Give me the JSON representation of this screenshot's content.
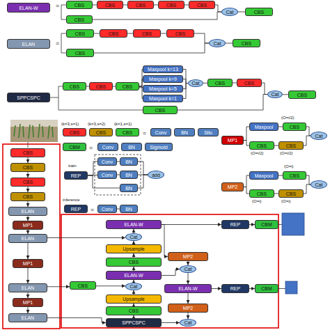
{
  "diagram": {
    "nodes": [
      {
        "text": [
          "ELAN-W"
        ]
      },
      {
        "text": [
          "CBS"
        ]
      },
      {
        "text": [
          "CBS"
        ]
      },
      {
        "text": [
          "CBS"
        ]
      },
      {
        "text": [
          "CBS"
        ]
      },
      {
        "text": [
          "CBS"
        ]
      },
      {
        "text": [
          "Cat"
        ]
      },
      {
        "text": [
          "CBS"
        ]
      },
      {
        "text": [
          "CBS"
        ]
      },
      {
        "text": [
          "ELAN"
        ]
      },
      {
        "text": [
          "CBS"
        ]
      },
      {
        "text": [
          "CBS"
        ]
      },
      {
        "text": [
          "CBS"
        ]
      },
      {
        "text": [
          "CBS"
        ]
      },
      {
        "text": [
          "Cat"
        ]
      },
      {
        "text": [
          "CBS"
        ]
      },
      {
        "text": [
          "CBS"
        ]
      },
      {
        "text": [
          "SPPCSPC"
        ]
      },
      {
        "text": [
          "CBS"
        ]
      },
      {
        "text": [
          "CBS"
        ]
      },
      {
        "text": [
          "CBS"
        ]
      },
      {
        "text": [
          "Maxpool k=13"
        ]
      },
      {
        "text": [
          "Maxpool k=9"
        ]
      },
      {
        "text": [
          "Maxpool k=5"
        ]
      },
      {
        "text": [
          "Maxpool k=1"
        ]
      },
      {
        "text": [
          "Cat"
        ]
      },
      {
        "text": [
          "CBS"
        ]
      },
      {
        "text": [
          "CBS"
        ]
      },
      {
        "text": [
          "Cat"
        ]
      },
      {
        "text": [
          "CBS"
        ]
      },
      {
        "text": [
          "CBS"
        ]
      },
      {
        "text": [
          "CBS"
        ]
      },
      {
        "text": [
          "CBS"
        ]
      },
      {
        "text": [
          "CBS"
        ]
      },
      {
        "text": [
          "Conv"
        ]
      },
      {
        "text": [
          "BN"
        ]
      },
      {
        "text": [
          "Silu"
        ]
      },
      {
        "text": [
          "CBM"
        ]
      },
      {
        "text": [
          "Conv"
        ]
      },
      {
        "text": [
          "BN"
        ]
      },
      {
        "text": [
          "Sigmoid"
        ]
      },
      {
        "text": [
          "REP"
        ]
      },
      {
        "text": [
          "Conv"
        ]
      },
      {
        "text": [
          "BN"
        ]
      },
      {
        "text": [
          "Conv"
        ]
      },
      {
        "text": [
          "BN"
        ]
      },
      {
        "text": [
          "BN"
        ]
      },
      {
        "text": [
          "add"
        ]
      },
      {
        "text": [
          "REP"
        ]
      },
      {
        "text": [
          "Conv"
        ]
      },
      {
        "text": [
          "BN"
        ]
      },
      {
        "text": [
          "MP1"
        ]
      },
      {
        "text": [
          "Maxpool"
        ]
      },
      {
        "text": [
          "CBS"
        ]
      },
      {
        "text": [
          "CBS"
        ]
      },
      {
        "text": [
          "CBS"
        ]
      },
      {
        "text": [
          "Cat"
        ]
      },
      {
        "text": [
          "MP2"
        ]
      },
      {
        "text": [
          "Maxpool"
        ]
      },
      {
        "text": [
          "CBS"
        ]
      },
      {
        "text": [
          "CBS"
        ]
      },
      {
        "text": [
          "CBS"
        ]
      },
      {
        "text": [
          "Cat"
        ]
      },
      {
        "text": [
          "CBS"
        ]
      },
      {
        "text": [
          "CBS"
        ]
      },
      {
        "text": [
          "CBS"
        ]
      },
      {
        "text": [
          "CBS"
        ]
      },
      {
        "text": [
          "ELAN"
        ]
      },
      {
        "text": [
          "MP1"
        ]
      },
      {
        "text": [
          "ELAN"
        ]
      },
      {
        "text": [
          "MP1"
        ]
      },
      {
        "text": [
          "ELAN"
        ]
      },
      {
        "text": [
          "MP1"
        ]
      },
      {
        "text": [
          "ELAN"
        ]
      },
      {
        "text": [
          "ELAN-W"
        ]
      },
      {
        "text": [
          "Cat"
        ]
      },
      {
        "text": [
          "Upsample"
        ]
      },
      {
        "text": [
          "CBS"
        ]
      },
      {
        "text": [
          "ELAN-W"
        ]
      },
      {
        "text": [
          "Cat"
        ]
      },
      {
        "text": [
          "Upsample"
        ]
      },
      {
        "text": [
          "CBS"
        ]
      },
      {
        "text": [
          "SPPCSPC"
        ]
      },
      {
        "text": [
          "CBS"
        ]
      },
      {
        "text": [
          "MP2"
        ]
      },
      {
        "text": [
          "Cat"
        ]
      },
      {
        "text": [
          "ELAN-W"
        ]
      },
      {
        "text": [
          "MP2"
        ]
      },
      {
        "text": [
          "Cat"
        ]
      },
      {
        "text": [
          "REP"
        ]
      },
      {
        "text": [
          "CBM"
        ]
      },
      {
        "text": [
          "REP"
        ]
      },
      {
        "text": [
          "CBM"
        ]
      }
    ],
    "edges": [
      {
        "from": 1,
        "to": 2,
        "arrow": "none"
      },
      {
        "from": 2,
        "to": 3,
        "arrow": "none"
      },
      {
        "from": 3,
        "to": 4,
        "arrow": "none"
      },
      {
        "from": 4,
        "to": 5,
        "arrow": "none"
      },
      {
        "from": 5,
        "to": 6,
        "arrow": "none"
      },
      {
        "from": 8,
        "to": 6,
        "arrow": "none"
      },
      {
        "from": 6,
        "to": 7,
        "arrow": "none"
      },
      {
        "from": 10,
        "to": 11,
        "arrow": "none"
      },
      {
        "from": 11,
        "to": 12,
        "arrow": "none"
      },
      {
        "from": 12,
        "to": 13,
        "arrow": "none"
      },
      {
        "from": 13,
        "to": 14,
        "arrow": "none"
      },
      {
        "from": 16,
        "to": 14,
        "arrow": "none"
      },
      {
        "from": 14,
        "to": 15,
        "arrow": "none"
      },
      {
        "from": 18,
        "to": 19,
        "arrow": "none"
      },
      {
        "from": 19,
        "to": 20,
        "arrow": "none"
      },
      {
        "from": 20,
        "to": 21,
        "arrow": "none"
      },
      {
        "from": 20,
        "to": 22,
        "arrow": "none"
      },
      {
        "from": 20,
        "to": 23,
        "arrow": "none"
      },
      {
        "from": 20,
        "to": 24,
        "arrow": "none"
      },
      {
        "from": 21,
        "to": 25,
        "arrow": "none"
      },
      {
        "from": 22,
        "to": 25,
        "arrow": "none"
      },
      {
        "from": 23,
        "to": 25,
        "arrow": "none"
      },
      {
        "from": 24,
        "to": 25,
        "arrow": "none"
      },
      {
        "from": 25,
        "to": 26,
        "arrow": "none"
      },
      {
        "from": 26,
        "to": 27,
        "arrow": "none"
      },
      {
        "from": 27,
        "to": 28,
        "arrow": "none"
      },
      {
        "from": 30,
        "to": 28,
        "arrow": "none"
      },
      {
        "from": 28,
        "to": 29,
        "arrow": "none"
      },
      {
        "from": 41,
        "to": 42,
        "arrow": "none"
      },
      {
        "from": 41,
        "to": 44,
        "arrow": "none"
      },
      {
        "from": 41,
        "to": 46,
        "arrow": "none"
      },
      {
        "from": 42,
        "to": 43,
        "arrow": "none"
      },
      {
        "from": 44,
        "to": 45,
        "arrow": "none"
      },
      {
        "from": 43,
        "to": 47,
        "arrow": "none"
      },
      {
        "from": 45,
        "to": 47,
        "arrow": "none"
      },
      {
        "from": 46,
        "to": 47,
        "arrow": "none"
      },
      {
        "from": 49,
        "to": 50,
        "arrow": "none"
      },
      {
        "from": 51,
        "to": 52,
        "arrow": "none"
      },
      {
        "from": 51,
        "to": 54,
        "arrow": "none"
      },
      {
        "from": 52,
        "to": 53,
        "arrow": "none"
      },
      {
        "from": 54,
        "to": 55,
        "arrow": "none"
      },
      {
        "from": 53,
        "to": 56,
        "arrow": "none"
      },
      {
        "from": 55,
        "to": 56,
        "arrow": "none"
      },
      {
        "from": 57,
        "to": 58,
        "arrow": "none"
      },
      {
        "from": 57,
        "to": 60,
        "arrow": "none"
      },
      {
        "from": 58,
        "to": 59,
        "arrow": "none"
      },
      {
        "from": 60,
        "to": 61,
        "arrow": "none"
      },
      {
        "from": 59,
        "to": 62,
        "arrow": "none"
      },
      {
        "from": 61,
        "to": 62,
        "arrow": "none"
      },
      {
        "from": 63,
        "to": 64,
        "arrow": "to"
      },
      {
        "from": 64,
        "to": 65,
        "arrow": "to"
      },
      {
        "from": 65,
        "to": 66,
        "arrow": "to"
      },
      {
        "from": 66,
        "to": 67,
        "arrow": "to"
      },
      {
        "from": 67,
        "to": 68,
        "arrow": "to"
      },
      {
        "from": 68,
        "to": 69,
        "arrow": "to"
      },
      {
        "from": 69,
        "to": 70,
        "arrow": "to"
      },
      {
        "from": 70,
        "to": 71,
        "arrow": "to"
      },
      {
        "from": 71,
        "to": 72,
        "arrow": "to"
      },
      {
        "from": 72,
        "to": 73,
        "arrow": "to"
      },
      {
        "from": 73,
        "to": 82,
        "arrow": "to"
      },
      {
        "from": 82,
        "to": 81,
        "arrow": "to"
      },
      {
        "from": 81,
        "to": 80,
        "arrow": "to"
      },
      {
        "from": 80,
        "to": 79,
        "arrow": "to"
      },
      {
        "from": 71,
        "to": 83,
        "arrow": "to"
      },
      {
        "from": 83,
        "to": 79,
        "arrow": "to"
      },
      {
        "from": 79,
        "to": 78,
        "arrow": "to"
      },
      {
        "from": 78,
        "to": 77,
        "arrow": "to"
      },
      {
        "from": 77,
        "to": 76,
        "arrow": "to"
      },
      {
        "from": 76,
        "to": 75,
        "arrow": "to"
      },
      {
        "from": 69,
        "to": 75,
        "arrow": "to"
      },
      {
        "from": 75,
        "to": 74,
        "arrow": "to"
      },
      {
        "from": 74,
        "to": 89,
        "arrow": "to"
      },
      {
        "from": 89,
        "to": 90,
        "arrow": "to"
      },
      {
        "from": 74,
        "to": 84,
        "arrow": "to"
      },
      {
        "from": 84,
        "to": 85,
        "arrow": "to"
      },
      {
        "from": 78,
        "to": 85,
        "arrow": "to"
      },
      {
        "from": 85,
        "to": 86,
        "arrow": "to"
      },
      {
        "from": 86,
        "to": 91,
        "arrow": "to"
      },
      {
        "from": 91,
        "to": 92,
        "arrow": "to"
      },
      {
        "from": 86,
        "to": 87,
        "arrow": "to"
      },
      {
        "from": 87,
        "to": 88,
        "arrow": "to"
      },
      {
        "from": 82,
        "to": 88,
        "arrow": "to"
      }
    ],
    "labels": [
      "=",
      "=",
      "(k=3,s=1)",
      "(k=3,s=2)",
      "(k=1,s=1)",
      "=",
      "=",
      "train",
      "inference",
      "=",
      "(O=i/2)",
      "(O=i/2)",
      "(O=i/2)",
      "(O=i)",
      "(O=i)",
      "(O=i)"
    ]
  }
}
